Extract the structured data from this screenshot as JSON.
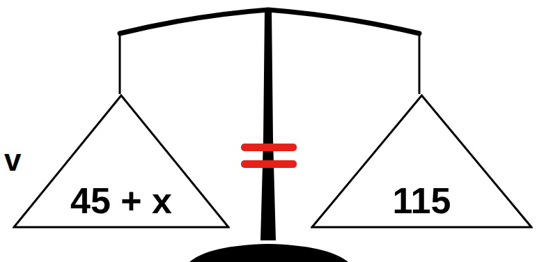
{
  "diagram": {
    "nodes": [
      {
        "text": [
          "45 + x"
        ]
      },
      {
        "text": [
          "115"
        ]
      }
    ],
    "labels": [
      "v"
    ]
  }
}
